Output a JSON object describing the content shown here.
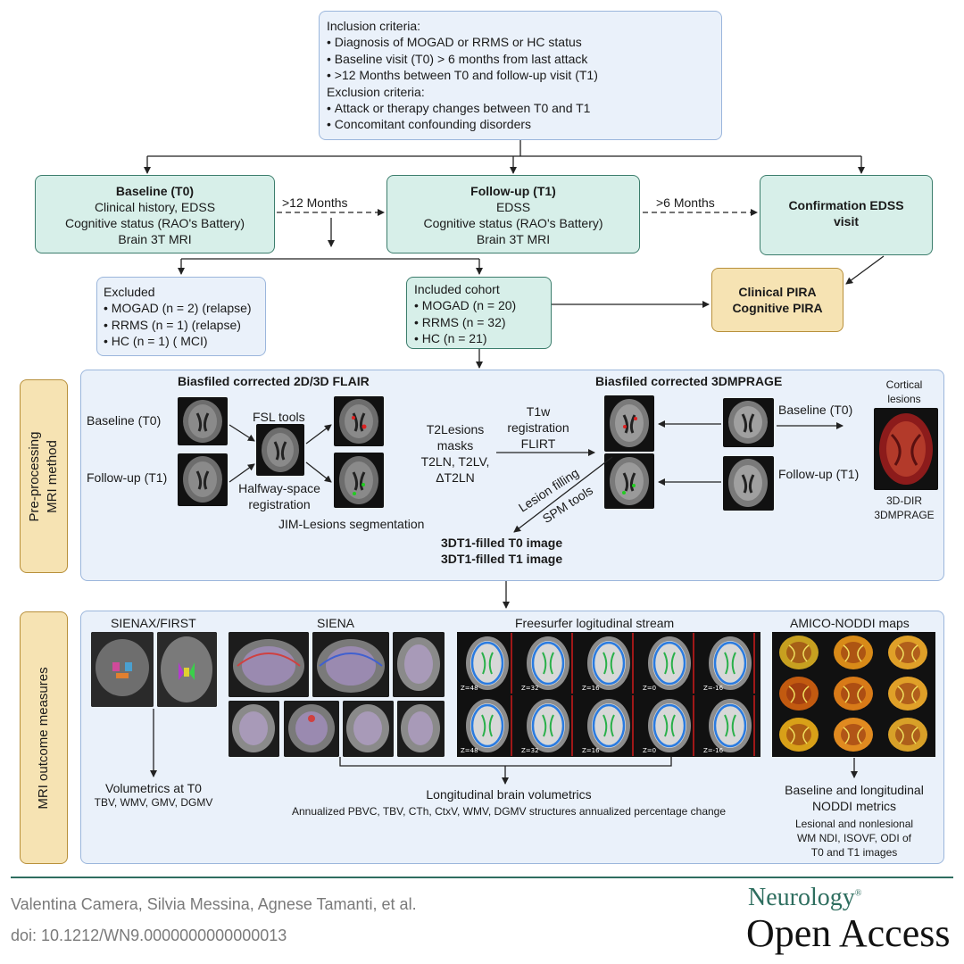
{
  "inclusion": {
    "title": "Inclusion criteria:",
    "items": [
      "Diagnosis of MOGAD or RRMS or HC status",
      "Baseline visit (T0) > 6 months from last attack",
      ">12 Months between T0 and follow-up visit (T1)"
    ],
    "exclusion_title": "Exclusion criteria:",
    "exclusion_items": [
      "Attack or therapy changes between T0 and T1",
      "Concomitant confounding disorders"
    ]
  },
  "baseline": {
    "title": "Baseline (T0)",
    "lines": [
      "Clinical history, EDSS",
      "Cognitive status (RAO's Battery)",
      "Brain 3T MRI"
    ]
  },
  "followup": {
    "title": "Follow-up (T1)",
    "lines": [
      "EDSS",
      "Cognitive status (RAO's Battery)",
      "Brain 3T MRI"
    ]
  },
  "confirmation": {
    "title_line1": "Confirmation EDSS",
    "title_line2": "visit"
  },
  "gap1": ">12 Months",
  "gap2": ">6 Months",
  "excluded": {
    "title": "Excluded",
    "items": [
      "MOGAD (n = 2) (relapse)",
      "RRMS (n = 1) (relapse)",
      "HC (n = 1) ( MCI)"
    ]
  },
  "included": {
    "title": "Included cohort",
    "items": [
      "MOGAD (n = 20)",
      "RRMS (n = 32)",
      "HC (n = 21)"
    ]
  },
  "pira": {
    "line1": "Clinical PIRA",
    "line2": "Cognitive PIRA"
  },
  "preproc": {
    "side_label_1": "Pre-processing",
    "side_label_2": "MRI method",
    "flair_title": "Biasfiled corrected 2D/3D FLAIR",
    "mprage_title": "Biasfiled corrected 3DMPRAGE",
    "baseline_label": "Baseline (T0)",
    "followup_label": "Follow-up (T1)",
    "fsl": "FSL tools",
    "halfway_1": "Halfway-space",
    "halfway_2": "registration",
    "jim": "JIM-Lesions segmentation",
    "t2_1": "T2Lesions",
    "t2_2": "masks",
    "t2_3": "T2LN, T2LV,",
    "t2_4": "ΔT2LN",
    "t1w_1": "T1w",
    "t1w_2": "registration",
    "t1w_3": "FLIRT",
    "lesion_filling": "Lesion filling",
    "spm": "SPM tools",
    "filled_t0": "3DT1-filled T0 image",
    "filled_t1": "3DT1-filled T1 image",
    "cortical_1": "Cortical",
    "cortical_2": "lesions",
    "dir_1": "3D-DIR",
    "dir_2": "3DMPRAGE"
  },
  "outcome": {
    "side_label": "MRI outcome measures",
    "sienax": "SIENAX/FIRST",
    "siena": "SIENA",
    "freesurfer": "Freesurfer logitudinal stream",
    "amico": "AMICO-NODDI maps",
    "volumetrics_title": "Volumetrics at T0",
    "volumetrics_sub": "TBV, WMV, GMV, DGMV",
    "longitudinal_title": "Longitudinal brain volumetrics",
    "longitudinal_sub": "Annualized PBVC, TBV, CTh, CtxV, WMV, DGMV structures annualized percentage change",
    "noddi_title_1": "Baseline and longitudinal",
    "noddi_title_2": "NODDI metrics",
    "noddi_sub_1": "Lesional and nonlesional",
    "noddi_sub_2": "WM NDI, ISOVF, ODI of",
    "noddi_sub_3": "T0 and T1 images",
    "z_labels_row1": [
      "Z=48",
      "Z=32",
      "Z=16",
      "Z=0",
      "Z=-16"
    ],
    "z_labels_row2": [
      "Z=48",
      "Z=32",
      "Z=16",
      "Z=0",
      "Z=-16"
    ]
  },
  "footer": {
    "authors": "Valentina Camera, Silvia Messina, Agnese Tamanti, et al.",
    "doi": "doi: 10.1212/WN9.0000000000000013",
    "logo_top": "Neurology",
    "logo_reg": "®",
    "logo_main": "Open Access"
  },
  "colors": {
    "blue_fill": "#eaf1fa",
    "teal_fill": "#d7efe9",
    "tan_fill": "#f6e3b3",
    "footer_green": "#2e6e5f"
  }
}
